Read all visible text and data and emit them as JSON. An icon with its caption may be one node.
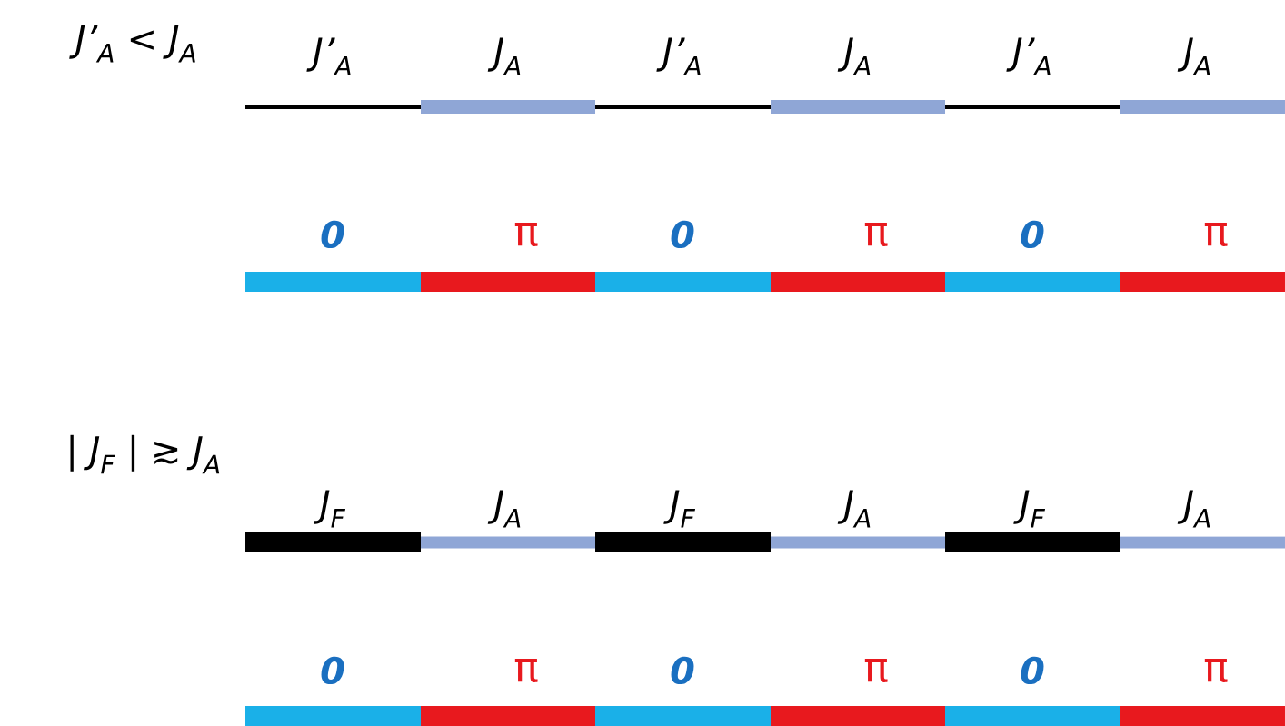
{
  "diagram": {
    "labels": [
      "J’$_{A}$ < J$_{A}$",
      "J’$_{A}$",
      "J$_{A}$",
      "J’$_{A}$",
      "J$_{A}$",
      "J’$_{A}$",
      "J$_{A}$",
      "0",
      "π",
      "0",
      "π",
      "0",
      "π",
      "| J$_{F}$ | ≳ J$_{A}$",
      "J$_{F}$",
      "J$_{A}$",
      "J$_{F}$",
      "J$_{A}$",
      "J$_{F}$",
      "J$_{A}$",
      "0",
      "π",
      "0",
      "π",
      "0",
      "π"
    ]
  }
}
